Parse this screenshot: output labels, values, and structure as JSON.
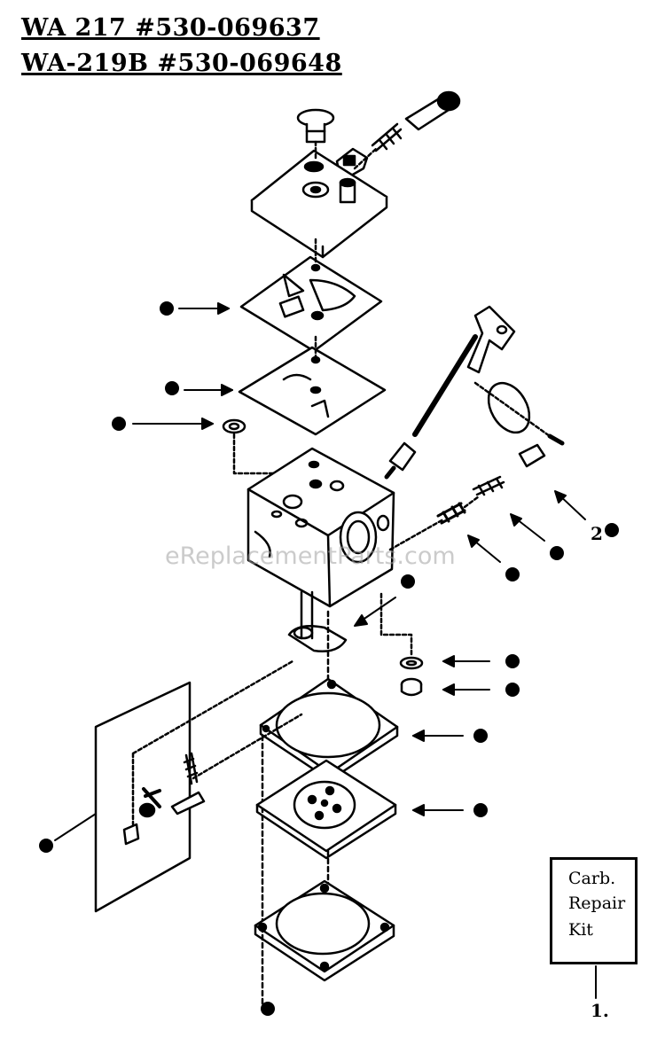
{
  "header": {
    "title_line1": "WA 217  #530-069637",
    "title_line2": "WA-219B  #530-069648"
  },
  "repair_kit": {
    "line1": "Carb.",
    "line2": "Repair",
    "line3": "Kit",
    "ref_number": "1."
  },
  "callouts": {
    "ref_2": "2"
  },
  "watermark": "eReplacementParts.com",
  "colors": {
    "ink": "#000000",
    "background": "#ffffff",
    "watermark": "#a0a0a0"
  }
}
